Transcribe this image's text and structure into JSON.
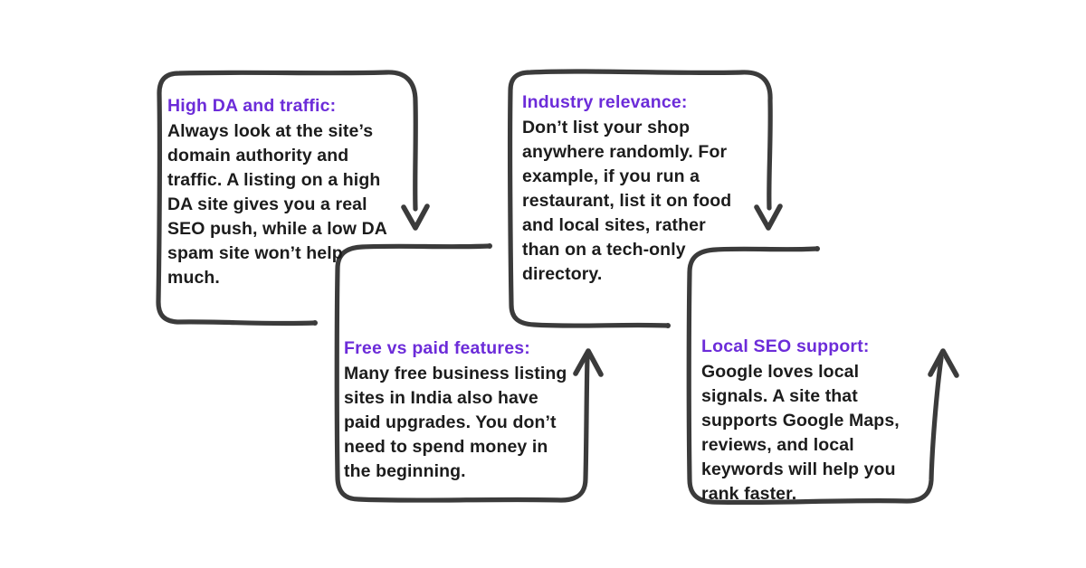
{
  "colors": {
    "background": "#ffffff",
    "stroke": "#3b3b3b",
    "heading": "#6c2cd9",
    "body": "#1c1c1c"
  },
  "cards": [
    {
      "id": "high-da-and-traffic",
      "heading": "High DA and traffic:",
      "body": "Always look at the site’s domain authority and traffic. A listing on a high DA site gives you a real SEO push, while a low DA spam site won’t help much.",
      "lines": [
        "Always look at the site’s",
        "domain authority and",
        "traffic. A listing on a high",
        "DA site gives you a real",
        "SEO push, while a low DA",
        "spam site won’t help",
        "much."
      ],
      "arrow": "down"
    },
    {
      "id": "industry-relevance",
      "heading": "Industry relevance:",
      "body": "Don’t list your shop anywhere randomly. For example, if you run a restaurant, list it on food and local sites, rather than on a tech-only directory.",
      "lines": [
        "Don’t list your shop",
        "anywhere randomly. For",
        "example, if you run a",
        "restaurant, list it on food",
        "and local sites, rather",
        "than on a tech-only",
        "directory."
      ],
      "arrow": "down"
    },
    {
      "id": "free-vs-paid-features",
      "heading": "Free vs paid features:",
      "body": "Many free business listing sites in India also have paid upgrades. You don’t need to spend money in the beginning.",
      "lines": [
        "Many free business listing",
        "sites in India also have",
        "paid upgrades. You don’t",
        "need to spend money in",
        "the beginning."
      ],
      "arrow": "up"
    },
    {
      "id": "local-seo-support",
      "heading": "Local SEO support:",
      "body": "Google loves local signals. A site that supports Google Maps, reviews, and local keywords will help you rank faster.",
      "lines": [
        "Google loves local",
        "signals. A site that",
        "supports Google Maps,",
        "reviews, and local",
        "keywords will help you",
        "rank faster."
      ],
      "arrow": "up"
    }
  ]
}
